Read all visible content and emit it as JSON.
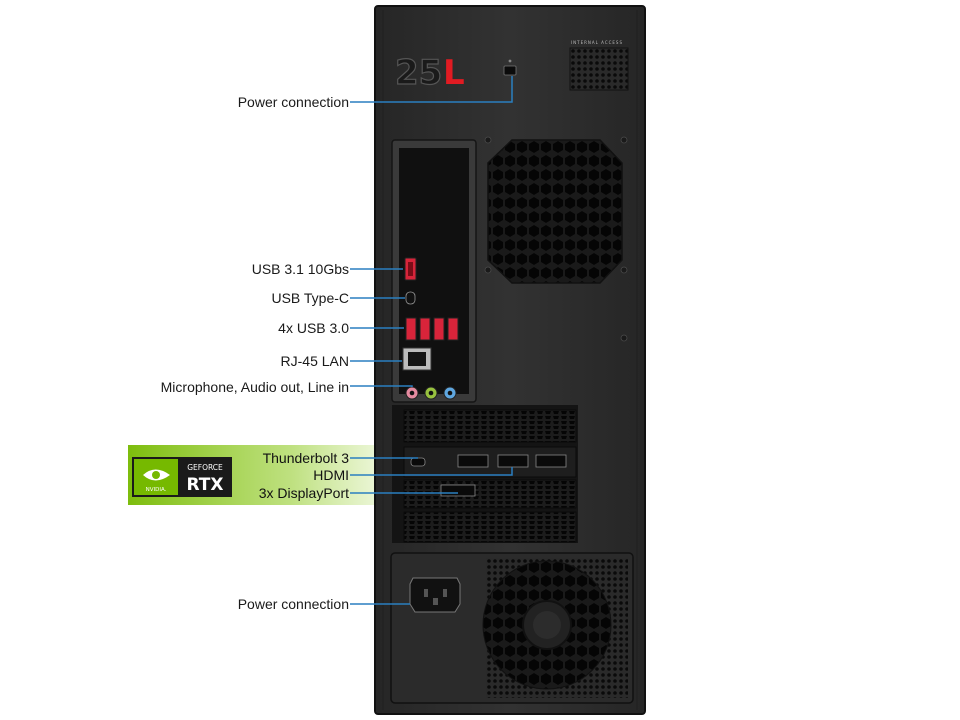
{
  "product": {
    "model_badge_number": "25",
    "model_badge_letter": "L",
    "panel_caption": "INTERNAL ACCESS"
  },
  "callouts": [
    {
      "id": "power-top",
      "label": "Power connection"
    },
    {
      "id": "usb31",
      "label": "USB 3.1 10Gbs"
    },
    {
      "id": "usbc",
      "label": "USB Type-C"
    },
    {
      "id": "usb30",
      "label": "4x USB 3.0"
    },
    {
      "id": "rj45",
      "label": "RJ-45 LAN"
    },
    {
      "id": "audio",
      "label": "Microphone, Audio out, Line in"
    },
    {
      "id": "tb3",
      "label": "Thunderbolt 3"
    },
    {
      "id": "hdmi",
      "label": "HDMI"
    },
    {
      "id": "dp",
      "label": "3x DisplayPort"
    },
    {
      "id": "power-bottom",
      "label": "Power connection"
    }
  ],
  "gpu_badge": {
    "brand": "NVIDIA.",
    "line1": "GEFORCE",
    "line2": "RTX"
  },
  "colors": {
    "accent_line": "#2a7fc0",
    "chassis": "#2b2b2b",
    "badge_green": "#76b900",
    "brand_red": "#e11b22",
    "usb_red": "#d8243a"
  }
}
